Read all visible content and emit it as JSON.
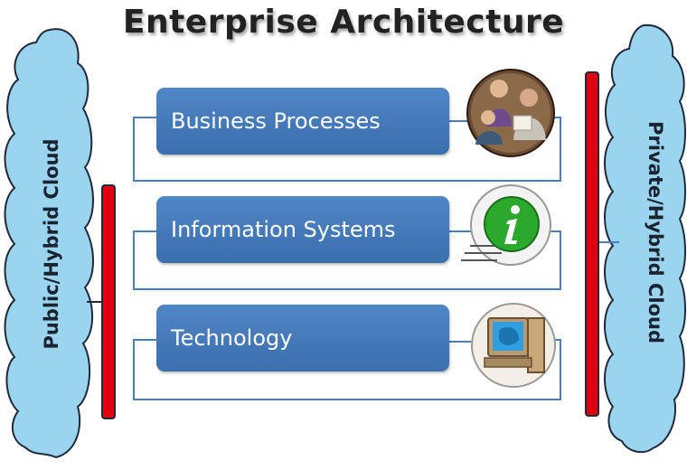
{
  "title": "Enterprise Architecture",
  "left_cloud": {
    "label": "Public/Hybrid Cloud"
  },
  "right_cloud": {
    "label": "Private/Hybrid Cloud"
  },
  "layers": [
    {
      "label": "Business Processes",
      "icon": "business-people-icon"
    },
    {
      "label": "Information Systems",
      "icon": "information-icon"
    },
    {
      "label": "Technology",
      "icon": "computer-icon"
    }
  ],
  "colors": {
    "box": "#4a7fbf",
    "connector": "#4a7fbf",
    "red_bar": "#e0000f",
    "cloud_fill": "#9ad4ee",
    "cloud_stroke": "#1f2a3a",
    "info_green": "#2ca82c"
  }
}
